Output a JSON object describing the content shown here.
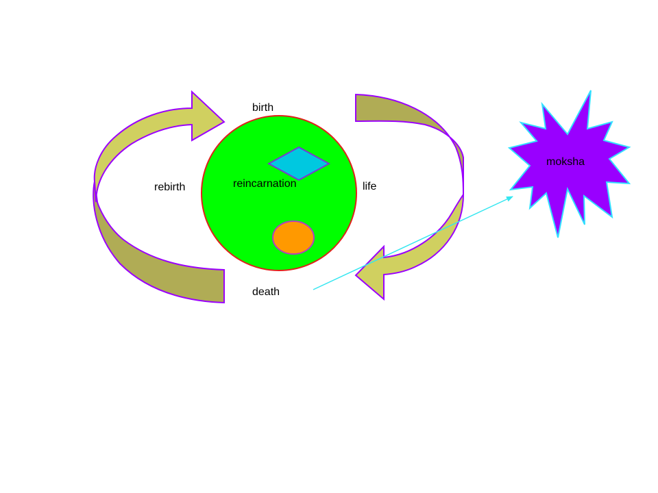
{
  "labels": {
    "birth": "birth",
    "reincarnation": "reincarnation",
    "life": "life",
    "rebirth": "rebirth",
    "death": "death",
    "moksha": "moksha"
  },
  "colors": {
    "circle_fill": "#00ff00",
    "circle_stroke": "#e0201a",
    "arrow_light": "#d0d060",
    "arrow_dark": "#b0ac55",
    "arrow_stroke": "#9a00ff",
    "diamond_fill": "#00c8e0",
    "diamond_stroke": "#7a3ad0",
    "oval_fill": "#ff9900",
    "oval_stroke": "#b040c0",
    "star_fill": "#9900ff",
    "star_stroke": "#33e0ff",
    "connector": "#33e6f0"
  }
}
